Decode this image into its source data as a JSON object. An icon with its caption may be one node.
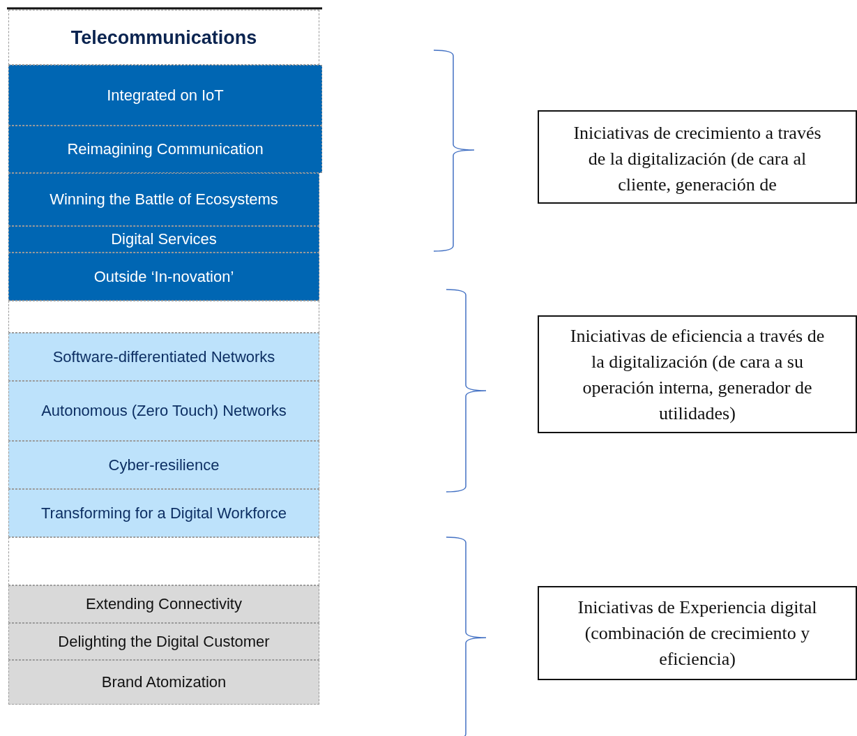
{
  "diagram": {
    "nodes": [
      {
        "text": [
          "Telecommunications"
        ]
      },
      {
        "text": [
          "Integrated on IoT"
        ]
      },
      {
        "text": [
          "Reimagining Communication"
        ]
      },
      {
        "text": [
          "Winning the Battle of Ecosystems"
        ]
      },
      {
        "text": [
          "Digital Services"
        ]
      },
      {
        "text": [
          "Outside ‘In-novation’"
        ]
      },
      {
        "text": [],
        "shape": "box"
      },
      {
        "text": [
          "Software-differentiated Networks"
        ]
      },
      {
        "text": [
          "Autonomous (Zero Touch) Networks"
        ]
      },
      {
        "text": [
          "Cyber-resilience"
        ]
      },
      {
        "text": [
          "Transforming for a Digital Workforce"
        ]
      },
      {
        "text": [],
        "shape": "box"
      },
      {
        "text": [
          "Extending Connectivity"
        ]
      },
      {
        "text": [
          "Delighting the Digital Customer"
        ]
      },
      {
        "text": [
          "Brand Atomization"
        ]
      },
      {
        "text": [
          "Iniciativas de crecimiento a través de la digitalización (de cara al cliente, generación de"
        ]
      },
      {
        "text": [
          "Iniciativas de eficiencia a través de la digitalización (de cara a su operación interna, generador de utilidades)"
        ]
      },
      {
        "text": [
          "Iniciativas de Experiencia digital (combinación de crecimiento y eficiencia)"
        ]
      }
    ]
  }
}
